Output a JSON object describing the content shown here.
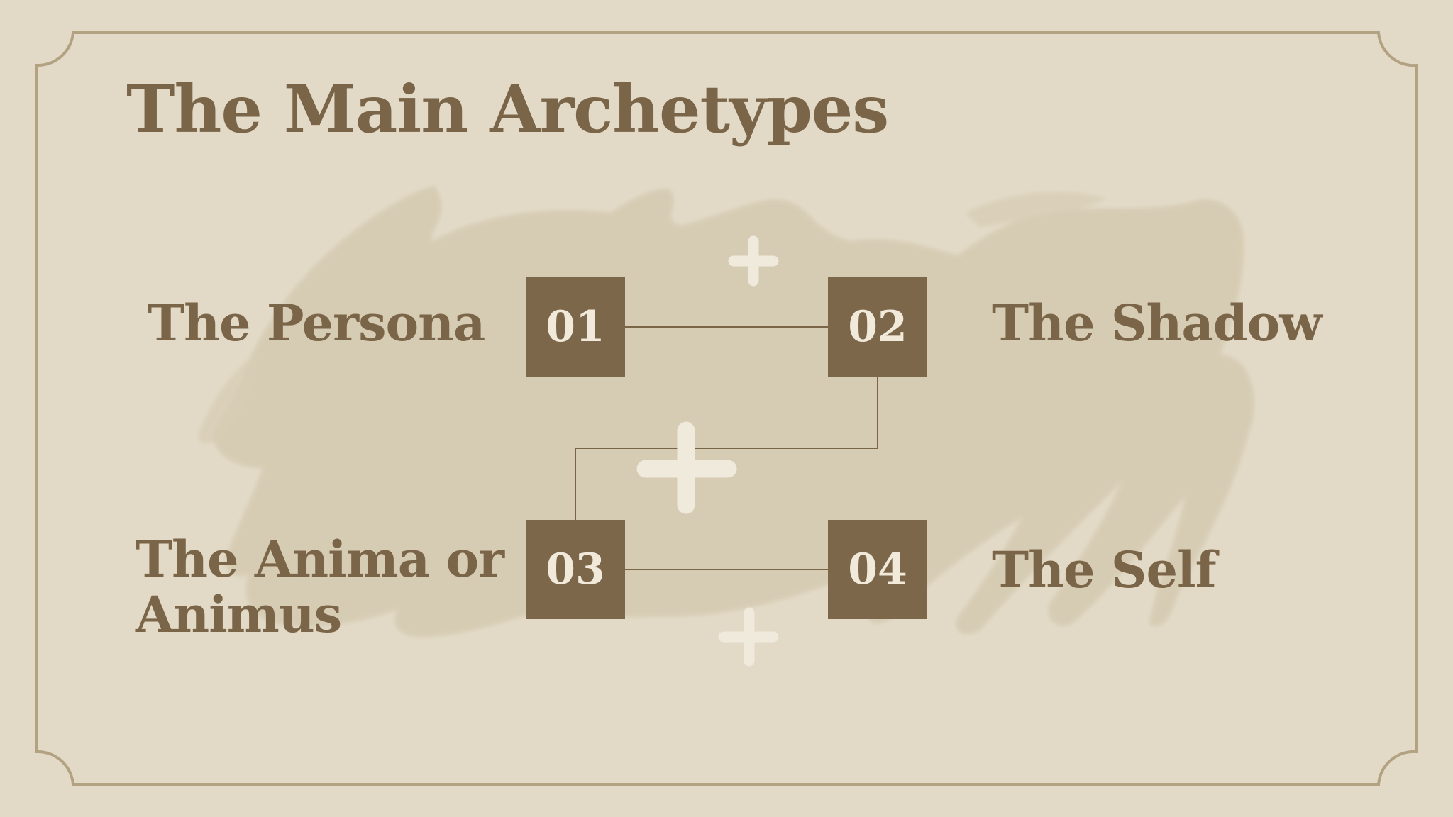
{
  "slide": {
    "title": "The Main Archetypes",
    "items": [
      {
        "number": "01",
        "label": "The Persona"
      },
      {
        "number": "02",
        "label": "The Shadow"
      },
      {
        "number": "03",
        "label": "The Anima or Animus"
      },
      {
        "number": "04",
        "label": "The Self"
      }
    ],
    "decorations": [
      "plus-icon",
      "plus-icon",
      "plus-icon"
    ]
  },
  "colors": {
    "background": "#e2dac7",
    "brush_stroke": "#d5cab1",
    "frame": "#b3a282",
    "text": "#7b6548",
    "box_fill": "#7d674a",
    "box_text": "#f1eadb",
    "plus": "#f0eadc"
  }
}
